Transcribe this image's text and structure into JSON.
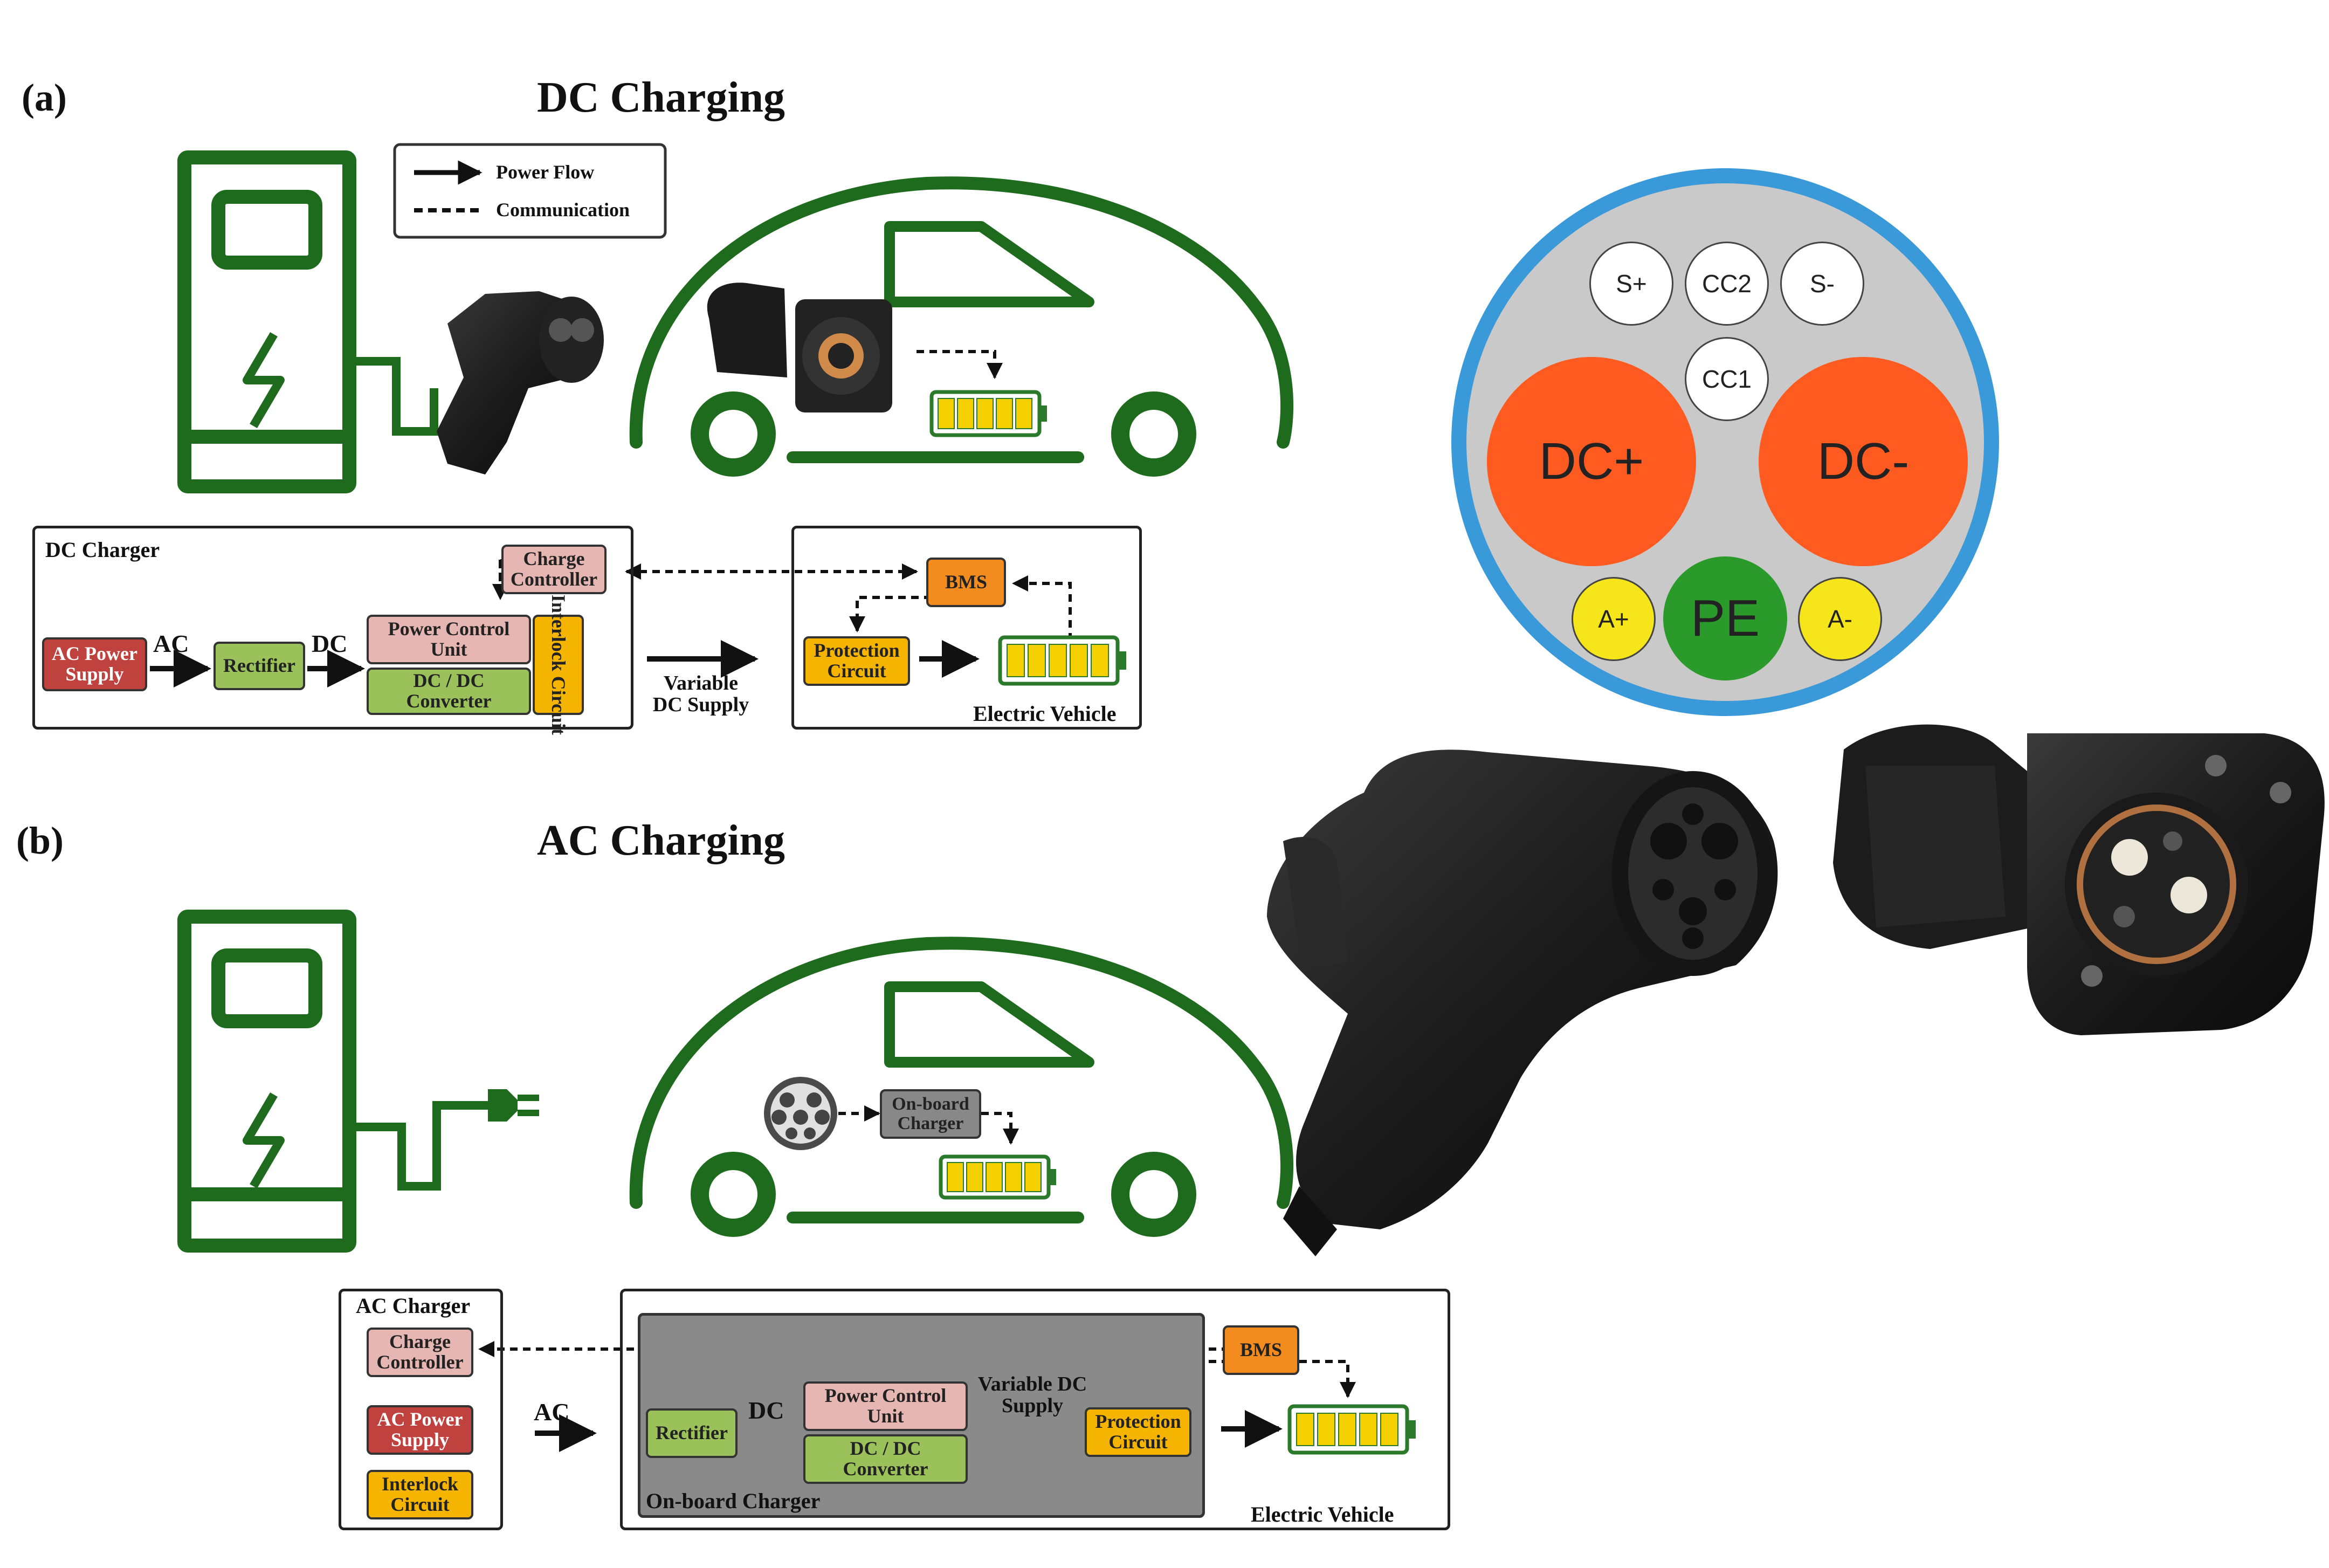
{
  "panel_a": {
    "label": "(a)",
    "title": "DC Charging",
    "legend": {
      "power_flow": "Power Flow",
      "communication": "Communication"
    },
    "dc_charger": {
      "title": "DC Charger",
      "ac_power_supply": "AC Power Supply",
      "ac_label": "AC",
      "rectifier": "Rectifier",
      "dc_label": "DC",
      "power_control_unit": "Power Control Unit",
      "dc_dc_converter": "DC / DC Converter",
      "interlock_circuit": "Interlock Circuit",
      "charge_controller": "Charge Controller"
    },
    "variable_dc_supply": "Variable DC Supply",
    "electric_vehicle": {
      "title": "Electric Vehicle",
      "bms": "BMS",
      "protection_circuit": "Protection Circuit"
    }
  },
  "panel_b": {
    "label": "(b)",
    "title": "AC Charging",
    "ac_charger": {
      "title": "AC Charger",
      "charge_controller": "Charge Controller",
      "ac_power_supply": "AC Power Supply",
      "interlock_circuit": "Interlock Circuit"
    },
    "ac_label": "AC",
    "electric_vehicle": {
      "title": "Electric Vehicle",
      "on_board_charger_title": "On-board Charger",
      "rectifier": "Rectifier",
      "dc_label": "DC",
      "power_control_unit": "Power Control Unit",
      "dc_dc_converter": "DC / DC Converter",
      "variable_dc_supply": "Variable DC Supply",
      "protection_circuit": "Protection Circuit",
      "bms": "BMS"
    },
    "car_on_board_charger": "On-board Charger"
  },
  "connector": {
    "pins": [
      "S+",
      "CC2",
      "S-",
      "CC1",
      "DC+",
      "DC-",
      "A+",
      "PE",
      "A-"
    ]
  },
  "colors": {
    "car_outline": "#1e6b1e",
    "connector_ring": "#3a9ad9",
    "connector_face": "#c9c9c9",
    "dc_pin": "#ff5a1f",
    "pe_pin": "#2a9a2a",
    "aux_pin": "#f5e51a"
  }
}
